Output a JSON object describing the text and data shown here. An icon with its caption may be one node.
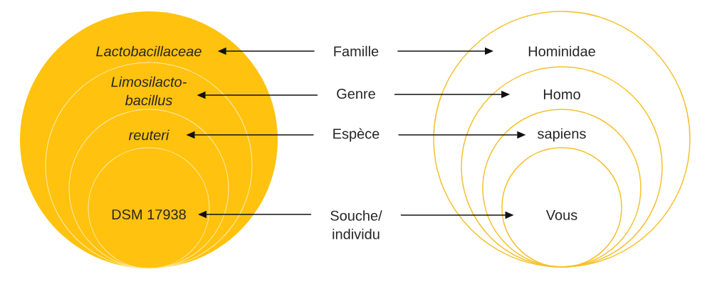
{
  "diagram": {
    "nodes": [
      {
        "text": [
          "Lactobacillaceae"
        ]
      },
      {
        "text": [
          "Limosilacto- bacillus"
        ],
        "in": 0
      },
      {
        "text": [
          "reuteri"
        ],
        "in": 1
      },
      {
        "text": [
          "DSM 17938"
        ],
        "in": 2
      },
      {
        "text": [
          "Famille"
        ]
      },
      {
        "text": [
          "Genre"
        ]
      },
      {
        "text": [
          "Espèce"
        ]
      },
      {
        "text": [
          "Souche/ individu"
        ]
      },
      {
        "text": [
          "Hominidae"
        ]
      },
      {
        "text": [
          "Homo"
        ],
        "in": 8
      },
      {
        "text": [
          "sapiens"
        ],
        "in": 9
      },
      {
        "text": [
          "Vous"
        ],
        "in": 10
      }
    ],
    "edges": [
      {
        "from": 4,
        "to": 0,
        "arrow": "to"
      },
      {
        "from": 4,
        "to": 8,
        "arrow": "to"
      },
      {
        "from": 5,
        "to": 1,
        "arrow": "to"
      },
      {
        "from": 5,
        "to": 9,
        "arrow": "to"
      },
      {
        "from": 6,
        "to": 2,
        "arrow": "to"
      },
      {
        "from": 6,
        "to": 10,
        "arrow": "to"
      },
      {
        "from": 7,
        "to": 3,
        "arrow": "to"
      },
      {
        "from": 7,
        "to": 11,
        "arrow": "to"
      }
    ]
  }
}
